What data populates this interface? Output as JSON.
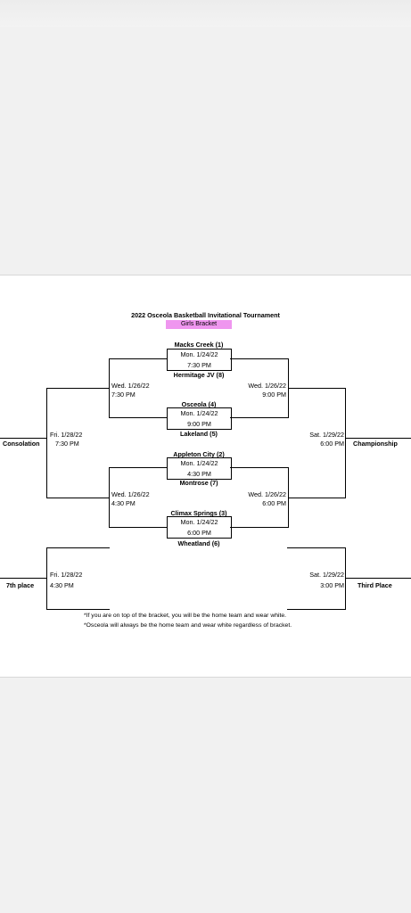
{
  "title": "2022 Osceola Basketball Invitational Tournament",
  "subtitle": "Girls Bracket",
  "accent_color": "#ef96ef",
  "first_round": [
    {
      "top": "Macks Creek (1)",
      "date": "Mon. 1/24/22",
      "time": "7:30 PM",
      "bottom": "Hermitage JV (8)"
    },
    {
      "top": "Osceola (4)",
      "date": "Mon. 1/24/22",
      "time": "9:00 PM",
      "bottom": "Lakeland (5)"
    },
    {
      "top": "Appleton City (2)",
      "date": "Mon. 1/24/22",
      "time": "4:30 PM",
      "bottom": "Montrose (7)"
    },
    {
      "top": "Climax Springs (3)",
      "date": "Mon. 1/24/22",
      "time": "6:00 PM",
      "bottom": "Wheatland (6)"
    }
  ],
  "left_semis": [
    {
      "date": "Wed. 1/26/22",
      "time": "7:30 PM"
    },
    {
      "date": "Wed. 1/26/22",
      "time": "4:30 PM"
    }
  ],
  "right_semis": [
    {
      "date": "Wed. 1/26/22",
      "time": "9:00 PM"
    },
    {
      "date": "Wed. 1/26/22",
      "time": "6:00 PM"
    }
  ],
  "consolation": {
    "label": "Consolation",
    "date": "Fri. 1/28/22",
    "time": "7:30 PM"
  },
  "championship": {
    "label": "Championship",
    "date": "Sat. 1/29/22",
    "time": "6:00 PM"
  },
  "seventh_place": {
    "label": "7th place",
    "date": "Fri. 1/28/22",
    "time": "4:30 PM"
  },
  "third_place": {
    "label": "Third Place",
    "date": "Sat. 1/29/22",
    "time": "3:00 PM"
  },
  "notes": [
    "*If you are on top of the bracket, you will be the home team and wear white.",
    "*Osceola will always be the home team and wear white regardless of bracket."
  ]
}
